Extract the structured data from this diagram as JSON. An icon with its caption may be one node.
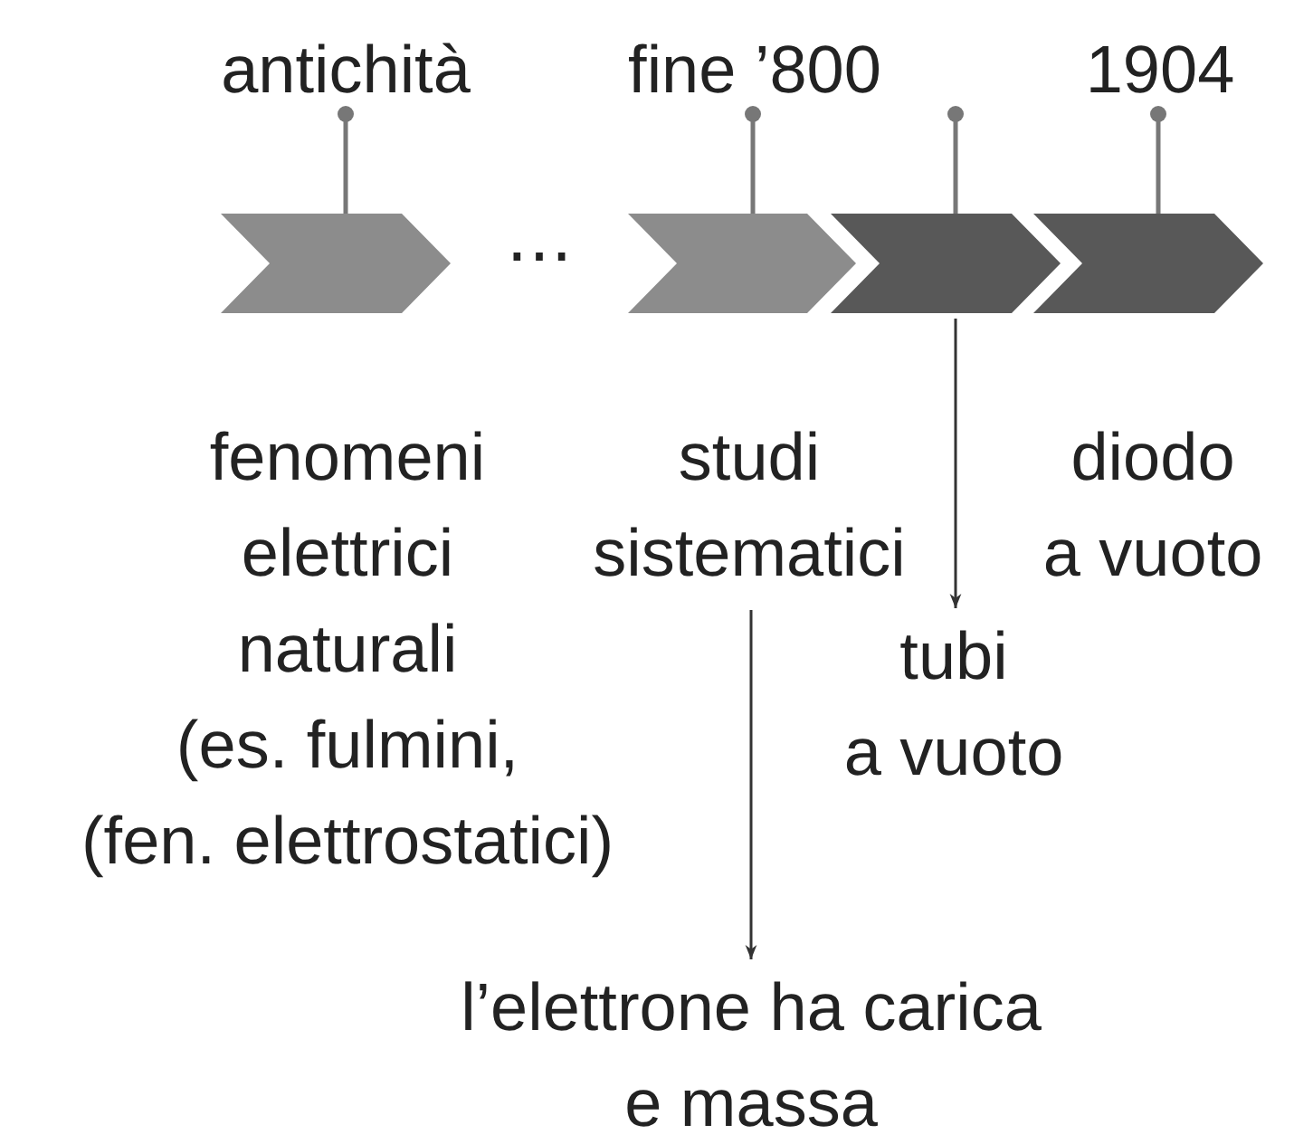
{
  "diagram": {
    "nodes": [
      {
        "text": [],
        "shape": "chevron"
      },
      {
        "text": [],
        "shape": "chevron"
      },
      {
        "text": [],
        "shape": "chevron"
      },
      {
        "text": [],
        "shape": "chevron"
      },
      {
        "text": [
          "antichità"
        ]
      },
      {
        "text": [
          "fine ’800"
        ]
      },
      {
        "text": [
          "1904"
        ]
      },
      {
        "text": [
          "studi sistematici"
        ]
      },
      {
        "text": [
          "tubi a vuoto"
        ]
      },
      {
        "text": [
          "l’elettrone ha carica e massa"
        ]
      }
    ],
    "edges": [
      {
        "from": 4,
        "to": 0,
        "arrow": "other"
      },
      {
        "from": 5,
        "to": 1,
        "arrow": "other"
      },
      {
        "from": null,
        "to": 2,
        "arrow": "other"
      },
      {
        "from": 6,
        "to": 3,
        "arrow": "other"
      },
      {
        "from": 2,
        "to": 8,
        "arrow": "to"
      },
      {
        "from": 7,
        "to": 9,
        "arrow": "to"
      }
    ],
    "labels": [
      "⋯",
      "fenomeni elettrici naturali (es. fulmini, (fen. elettrostatici)",
      "diodo a vuoto"
    ]
  }
}
